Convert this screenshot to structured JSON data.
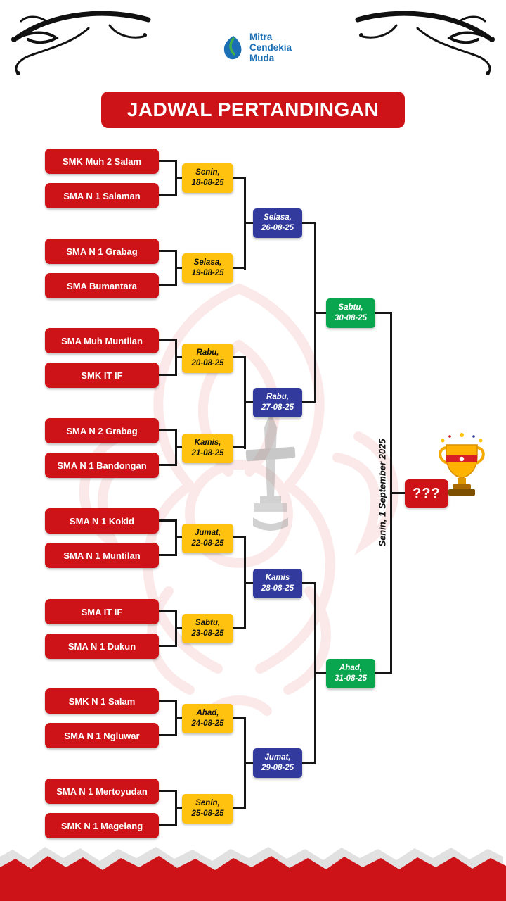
{
  "colors": {
    "red": "#ce1318",
    "yellow": "#ffc20e",
    "blue": "#333a9e",
    "green": "#0aa64f",
    "line": "#161616",
    "logo_blue": "#1b6fb5",
    "watermark_red": "#e03131"
  },
  "header": {
    "logo": {
      "line1": "Mitra",
      "line2": "Cendekia",
      "line3": "Muda"
    },
    "title": "JADWAL PERTANDINGAN"
  },
  "round1": [
    {
      "team1": "SMK Muh 2 Salam",
      "team2": "SMA N 1 Salaman",
      "day": "Senin,",
      "date": "18-08-25"
    },
    {
      "team1": "SMA N 1 Grabag",
      "team2": "SMA Bumantara",
      "day": "Selasa,",
      "date": "19-08-25"
    },
    {
      "team1": "SMA Muh Muntilan",
      "team2": "SMK IT IF",
      "day": "Rabu,",
      "date": "20-08-25"
    },
    {
      "team1": "SMA N 2 Grabag",
      "team2": "SMA N 1 Bandongan",
      "day": "Kamis,",
      "date": "21-08-25"
    },
    {
      "team1": "SMA N 1 Kokid",
      "team2": "SMA N 1 Muntilan",
      "day": "Jumat,",
      "date": "22-08-25"
    },
    {
      "team1": "SMA IT IF",
      "team2": "SMA N 1 Dukun",
      "day": "Sabtu,",
      "date": "23-08-25"
    },
    {
      "team1": "SMK N 1 Salam",
      "team2": "SMA N 1 Ngluwar",
      "day": "Ahad,",
      "date": "24-08-25"
    },
    {
      "team1": "SMA N 1 Mertoyudan",
      "team2": "SMK N 1 Magelang",
      "day": "Senin,",
      "date": "25-08-25"
    }
  ],
  "round2": [
    {
      "day": "Selasa,",
      "date": "26-08-25"
    },
    {
      "day": "Rabu,",
      "date": "27-08-25"
    },
    {
      "day": "Kamis",
      "date": "28-08-25"
    },
    {
      "day": "Jumat,",
      "date": "29-08-25"
    }
  ],
  "round3": [
    {
      "day": "Sabtu,",
      "date": "30-08-25"
    },
    {
      "day": "Ahad,",
      "date": "31-08-25"
    }
  ],
  "final": {
    "date": "Senin, 1 September 2025",
    "winner_placeholder": "???"
  }
}
